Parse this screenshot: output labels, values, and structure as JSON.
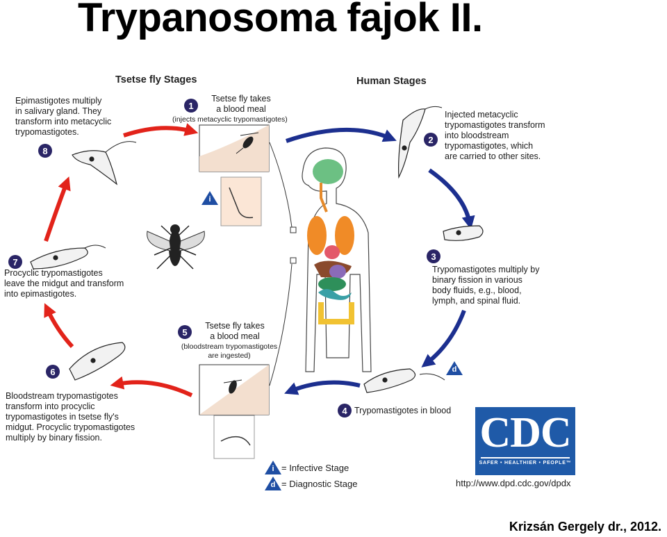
{
  "title": "Trypanosoma fajok II.",
  "author": "Krizsán Gergely dr., 2012.",
  "headers": {
    "tsetse": "Tsetse fly Stages",
    "human": "Human Stages"
  },
  "steps": [
    {
      "num": "1",
      "lines": [
        "Tsetse fly takes",
        "a blood meal",
        "(injects metacyclic trypomastigotes)"
      ]
    },
    {
      "num": "2",
      "lines": [
        "Injected metacyclic",
        "trypomastigotes transform",
        "into bloodstream",
        "trypomastigotes, which",
        "are carried to other sites."
      ]
    },
    {
      "num": "3",
      "lines": [
        "Trypomastigotes multiply by",
        "binary fission in various",
        "body fluids, e.g., blood,",
        "lymph, and spinal fluid."
      ]
    },
    {
      "num": "4",
      "lines": [
        "Trypomastigotes in blood"
      ]
    },
    {
      "num": "5",
      "lines": [
        "Tsetse fly takes",
        "a blood meal",
        "(bloodstream trypomastigotes",
        "are ingested)"
      ]
    },
    {
      "num": "6",
      "lines": [
        "Bloodstream trypomastigotes",
        "transform into procyclic",
        "trypomastigotes in tsetse fly's",
        "midgut. Procyclic trypomastigotes",
        "multiply by binary fission."
      ]
    },
    {
      "num": "7",
      "lines": [
        "Procyclic trypomastigotes",
        "leave the midgut and transform",
        "into epimastigotes."
      ]
    },
    {
      "num": "8",
      "lines": [
        "Epimastigotes multiply",
        "in salivary gland. They",
        "transform into metacyclic",
        "trypomastigotes."
      ]
    }
  ],
  "markers": {
    "infective": "i",
    "diagnostic": "d"
  },
  "legend": {
    "infective_letter": "i",
    "infective_label": "= Infective Stage",
    "diagnostic_letter": "d",
    "diagnostic_label": "= Diagnostic Stage"
  },
  "cdc": {
    "letters": "CDC",
    "tagline": "SAFER • HEALTHIER • PEOPLE™",
    "url": "http://www.dpd.cdc.gov/dpdx"
  },
  "colors": {
    "red_arrow": "#e2231a",
    "blue_arrow": "#1c2f8f",
    "badge": "#2a2566",
    "cdc_blue": "#1f5aa8"
  }
}
